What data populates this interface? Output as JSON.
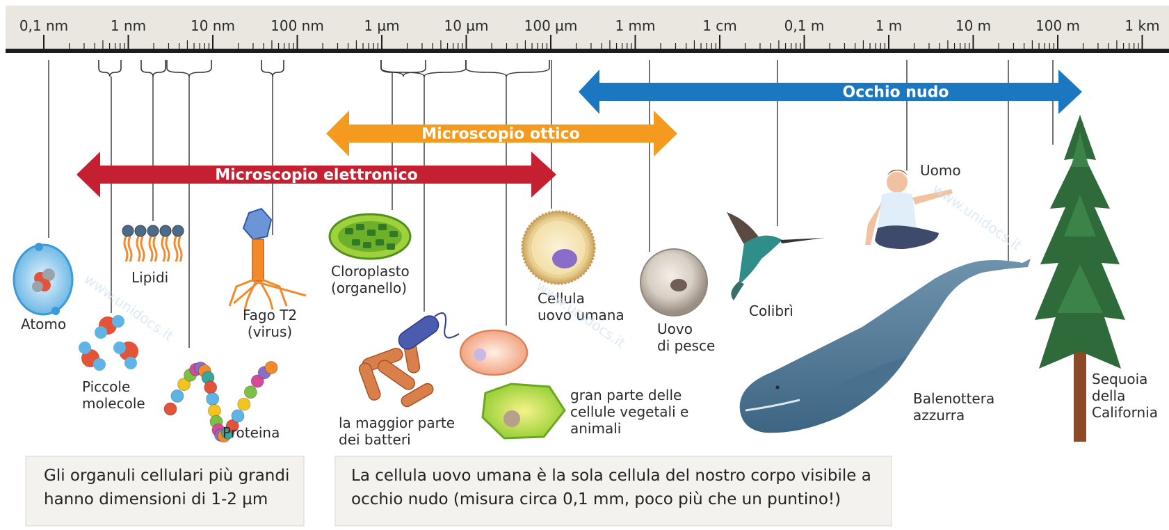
{
  "scale": {
    "ticks": [
      "0,1 nm",
      "1 nm",
      "10 nm",
      "100 nm",
      "1 µm",
      "10 µm",
      "100 µm",
      "1 mm",
      "1 cm",
      "0,1 m",
      "1 m",
      "10 m",
      "100 m",
      "1 km"
    ]
  },
  "ranges": {
    "naked_eye": "Occhio nudo",
    "optical": "Microscopio ottico",
    "electron": "Microscopio elettronico"
  },
  "objects": {
    "atom": "Atomo",
    "small_molecules": "Piccole\nmolecole",
    "lipids": "Lipidi",
    "protein": "Proteina",
    "phage": "Fago T2\n(virus)",
    "chloroplast": "Cloroplasto\n(organello)",
    "bacteria": "la maggior parte\ndei batteri",
    "cells": "gran parte delle\ncellule vegetali e\nanimali",
    "egg_cell": "Cellula\nuovo umana",
    "fish_egg": "Uovo\ndi pesce",
    "hummingbird": "Colibrì",
    "human": "Uomo",
    "whale": "Balenottera\nazzurra",
    "sequoia": "Sequoia\ndella\nCalifornia"
  },
  "notes": {
    "left": "Gli organuli cellulari più grandi\nhanno dimensioni di 1-2 µm",
    "right": "La cellula uovo umana è la sola cellula del nostro corpo visibile a\nocchio nudo (misura circa 0,1 mm, poco più che un puntino!)"
  },
  "watermark": "www.unidocs.it",
  "colors": {
    "naked_eye": "#1a77c0",
    "optical": "#f39a1f",
    "electron": "#c51f32"
  }
}
